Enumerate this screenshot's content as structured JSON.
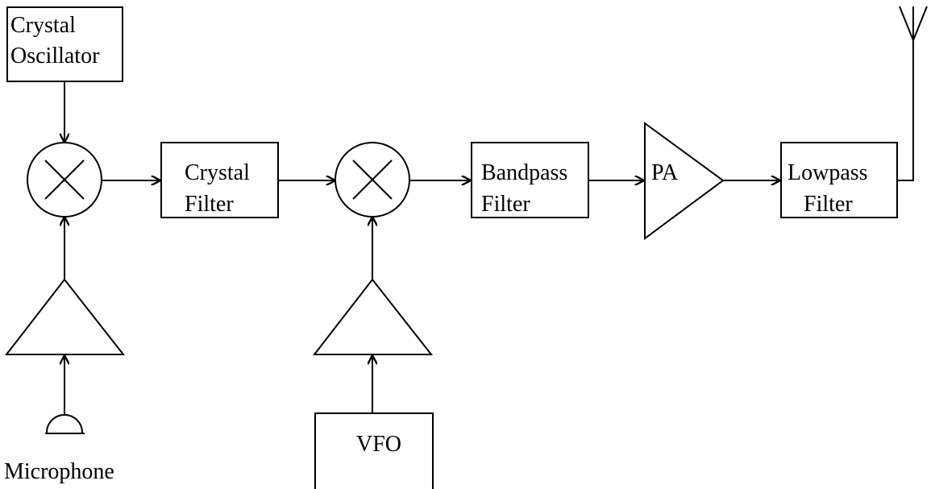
{
  "blocks": {
    "crystal_oscillator": {
      "line1": "Crystal",
      "line2": "Oscillator"
    },
    "crystal_filter": {
      "line1": "Crystal",
      "line2": "Filter"
    },
    "bandpass_filter": {
      "line1": "Bandpass",
      "line2": "Filter"
    },
    "power_amp": {
      "label": "PA"
    },
    "lowpass_filter": {
      "line1": "Lowpass",
      "line2": "Filter"
    },
    "vfo": {
      "label": "VFO"
    },
    "microphone": {
      "label": "Microphone"
    }
  }
}
